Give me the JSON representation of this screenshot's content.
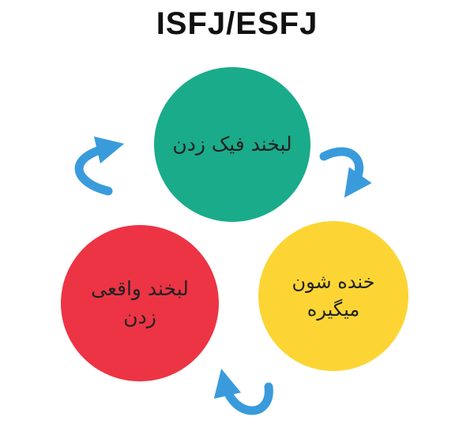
{
  "title": "ISFJ/ESFJ",
  "nodes": [
    {
      "id": "top",
      "label": "لبخند فیک زدن",
      "color": "#1aab8a"
    },
    {
      "id": "right",
      "label": "خنده شون میگیره",
      "color": "#fcd535"
    },
    {
      "id": "left",
      "label": "لبخند واقعی زدن",
      "color": "#ec3445"
    }
  ],
  "arrow_color": "#3a9bdc",
  "arrow_icons": [
    "curved-arrow-icon",
    "curved-arrow-icon",
    "curved-arrow-icon"
  ]
}
